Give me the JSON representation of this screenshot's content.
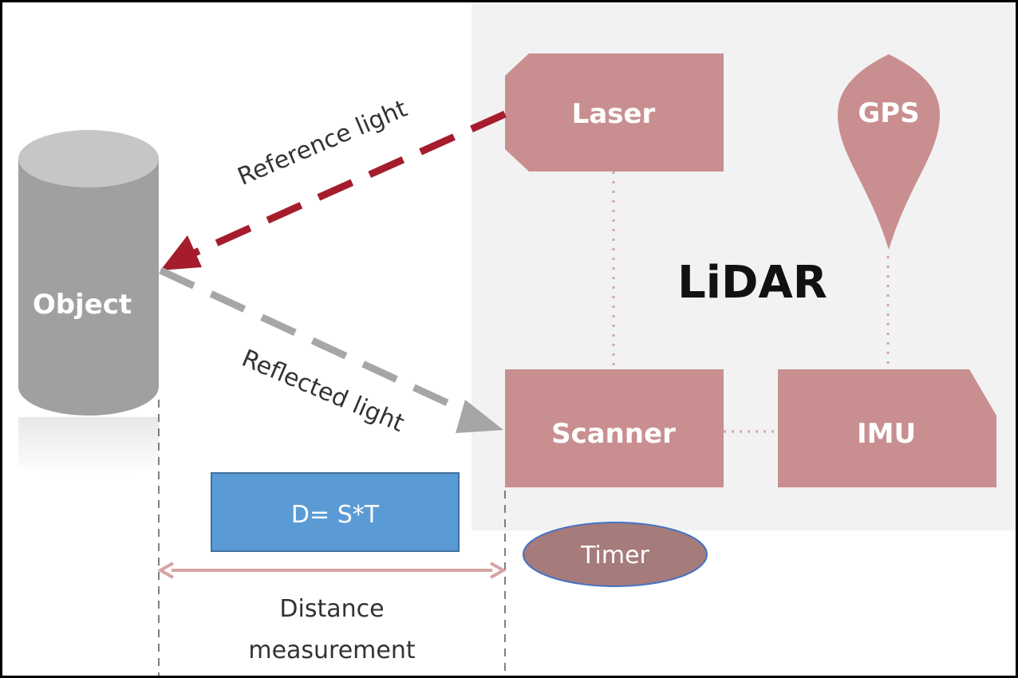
{
  "diagram": {
    "system_label": "LiDAR",
    "components": {
      "laser": "Laser",
      "gps": "GPS",
      "scanner": "Scanner",
      "imu": "IMU"
    },
    "object_label": "Object",
    "beams": {
      "reference": "Reference light",
      "reflected": "Reflected light"
    },
    "formula": "D= S*T",
    "timer": "Timer",
    "distance_label": [
      "Distance",
      "measurement"
    ]
  },
  "colors": {
    "component_fill": "#c98f90",
    "panel_bg": "#f2f2f2",
    "object_body": "#a0a0a0",
    "object_top": "#c6c6c6",
    "reference_beam": "#a51d2d",
    "reflected_beam": "#a6a6a6",
    "formula_fill": "#5b9bd5",
    "timer_fill": "#a57b7b",
    "measure_line": "#d6a4a4"
  }
}
